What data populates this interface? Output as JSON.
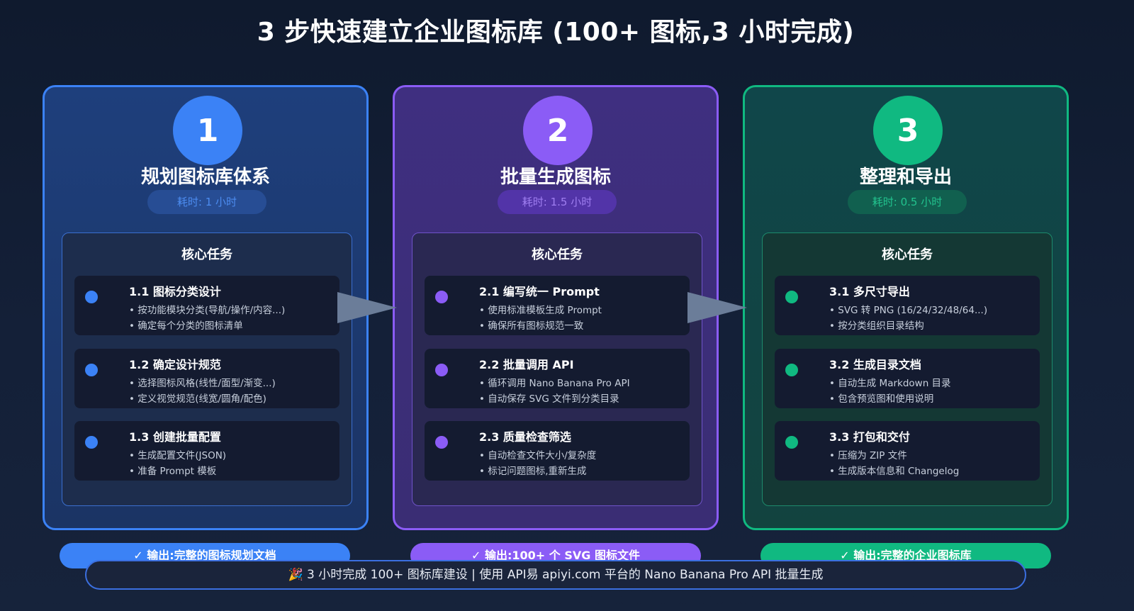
{
  "title": "3 步快速建立企业图标库 (100+ 图标,3 小时完成)",
  "steps": [
    {
      "number": "1",
      "title": "规划图标库体系",
      "duration": "耗时: 1 小时",
      "panel_title": "核心任务",
      "color": "#3b82f6",
      "tasks": [
        {
          "name": "1.1 图标分类设计",
          "lines": [
            "• 按功能模块分类(导航/操作/内容...)",
            "• 确定每个分类的图标清单"
          ]
        },
        {
          "name": "1.2 确定设计规范",
          "lines": [
            "• 选择图标风格(线性/面型/渐变...)",
            "• 定义视觉规范(线宽/圆角/配色)"
          ]
        },
        {
          "name": "1.3 创建批量配置",
          "lines": [
            "• 生成配置文件(JSON)",
            "• 准备 Prompt 模板"
          ]
        }
      ],
      "output": "✓ 输出:完整的图标规划文档"
    },
    {
      "number": "2",
      "title": "批量生成图标",
      "duration": "耗时: 1.5 小时",
      "panel_title": "核心任务",
      "color": "#8b5cf6",
      "tasks": [
        {
          "name": "2.1 编写统一 Prompt",
          "lines": [
            "• 使用标准模板生成 Prompt",
            "• 确保所有图标规范一致"
          ]
        },
        {
          "name": "2.2 批量调用 API",
          "lines": [
            "• 循环调用 Nano Banana Pro API",
            "• 自动保存 SVG 文件到分类目录"
          ]
        },
        {
          "name": "2.3 质量检查筛选",
          "lines": [
            "• 自动检查文件大小/复杂度",
            "• 标记问题图标,重新生成"
          ]
        }
      ],
      "output": "✓ 输出:100+ 个 SVG 图标文件"
    },
    {
      "number": "3",
      "title": "整理和导出",
      "duration": "耗时: 0.5 小时",
      "panel_title": "核心任务",
      "color": "#10b981",
      "tasks": [
        {
          "name": "3.1 多尺寸导出",
          "lines": [
            "• SVG 转 PNG (16/24/32/48/64...)",
            "• 按分类组织目录结构"
          ]
        },
        {
          "name": "3.2 生成目录文档",
          "lines": [
            "• 自动生成 Markdown 目录",
            "• 包含预览图和使用说明"
          ]
        },
        {
          "name": "3.3 打包和交付",
          "lines": [
            "• 压缩为 ZIP 文件",
            "• 生成版本信息和 Changelog"
          ]
        }
      ],
      "output": "✓ 输出:完整的企业图标库"
    }
  ],
  "footer": "🎉 3 小时完成 100+ 图标库建设 | 使用 API易 apiyi.com 平台的 Nano Banana Pro API 批量生成"
}
